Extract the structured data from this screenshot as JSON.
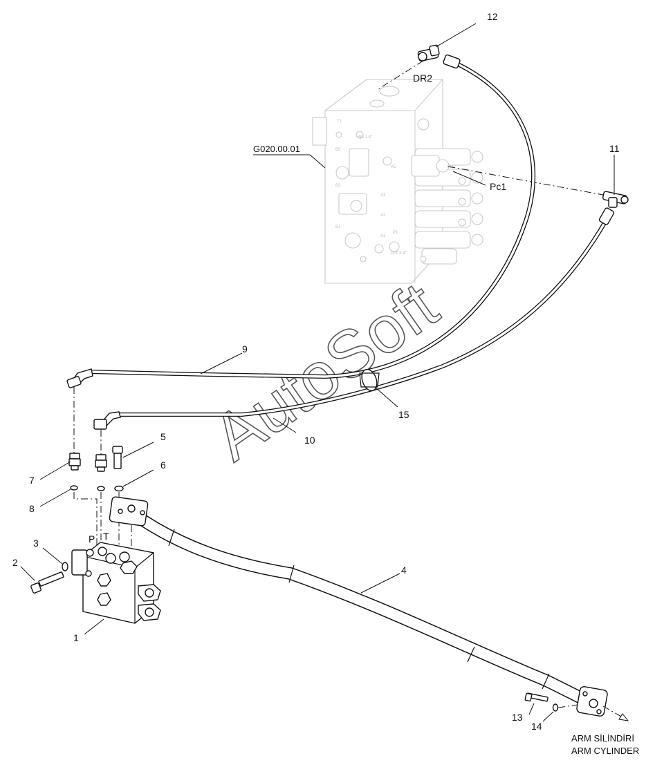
{
  "diagram": {
    "parts": [
      {
        "id": "1",
        "label": "1"
      },
      {
        "id": "2",
        "label": "2"
      },
      {
        "id": "3",
        "label": "3"
      },
      {
        "id": "4",
        "label": "4"
      },
      {
        "id": "5",
        "label": "5"
      },
      {
        "id": "6",
        "label": "6"
      },
      {
        "id": "7",
        "label": "7"
      },
      {
        "id": "8",
        "label": "8"
      },
      {
        "id": "9",
        "label": "9"
      },
      {
        "id": "10",
        "label": "10"
      },
      {
        "id": "11",
        "label": "11"
      },
      {
        "id": "12",
        "label": "12"
      },
      {
        "id": "13",
        "label": "13"
      },
      {
        "id": "14",
        "label": "14"
      },
      {
        "id": "15",
        "label": "15"
      }
    ],
    "reference_code": "G020.00.01",
    "port_labels": {
      "dr2": "DR2",
      "pc1": "Pc1",
      "p": "P",
      "t": "T"
    },
    "block_markings": [
      "Pc1",
      "A5",
      "A3",
      "A1",
      "B5",
      "B3",
      "B1",
      "T1",
      "P1",
      "A2",
      "Bpl 1-4\"",
      "Pc1 3-4\""
    ],
    "destination": {
      "line1": "ARM SİLİNDİRİ",
      "line2": "ARM CYLINDER"
    },
    "watermark": "AutoSoft"
  }
}
